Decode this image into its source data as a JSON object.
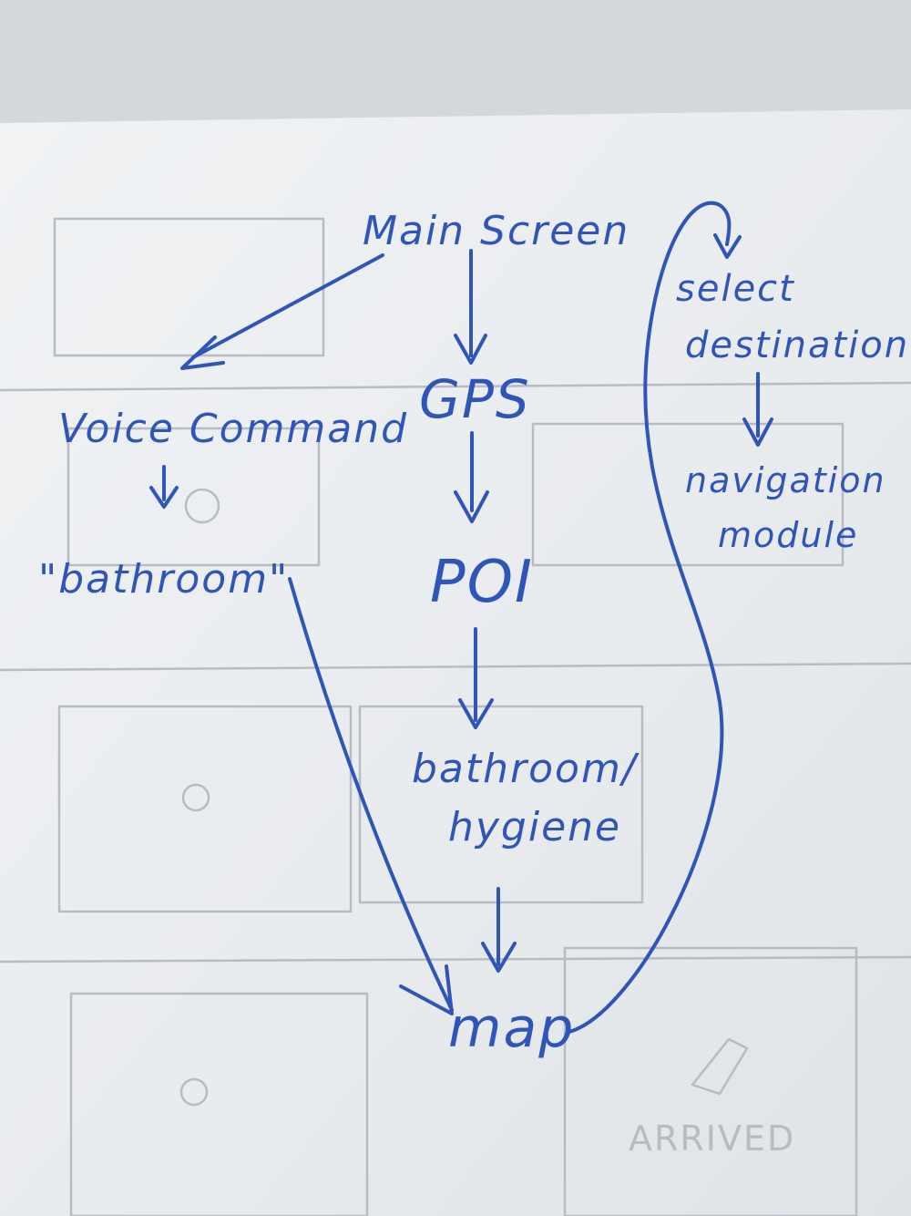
{
  "diagram": {
    "nodes": {
      "main_screen": "Main Screen",
      "voice_command": "Voice Command",
      "gps": "GPS",
      "bathroom_quote": "\"bathroom\"",
      "poi": "POI",
      "bathroom_hygiene_line1": "bathroom/",
      "bathroom_hygiene_line2": "hygiene",
      "map": "map",
      "select_destination_line1": "select",
      "select_destination_line2": "destination",
      "navigation_module_line1": "navigation",
      "navigation_module_line2": "module"
    },
    "edges": [
      {
        "from": "Main Screen",
        "to": "Voice Command"
      },
      {
        "from": "Main Screen",
        "to": "GPS"
      },
      {
        "from": "Voice Command",
        "to": "\"bathroom\""
      },
      {
        "from": "GPS",
        "to": "POI"
      },
      {
        "from": "POI",
        "to": "bathroom/hygiene"
      },
      {
        "from": "bathroom/hygiene",
        "to": "map"
      },
      {
        "from": "\"bathroom\"",
        "to": "map"
      },
      {
        "from": "map",
        "to": "select destination"
      },
      {
        "from": "select destination",
        "to": "navigation module"
      }
    ]
  },
  "background_sketch": {
    "stamp_text": "ARRIVED"
  },
  "colors": {
    "ink": "#2f55b8",
    "paper": "#e9ecef",
    "pencil": "#b7bcc3"
  }
}
